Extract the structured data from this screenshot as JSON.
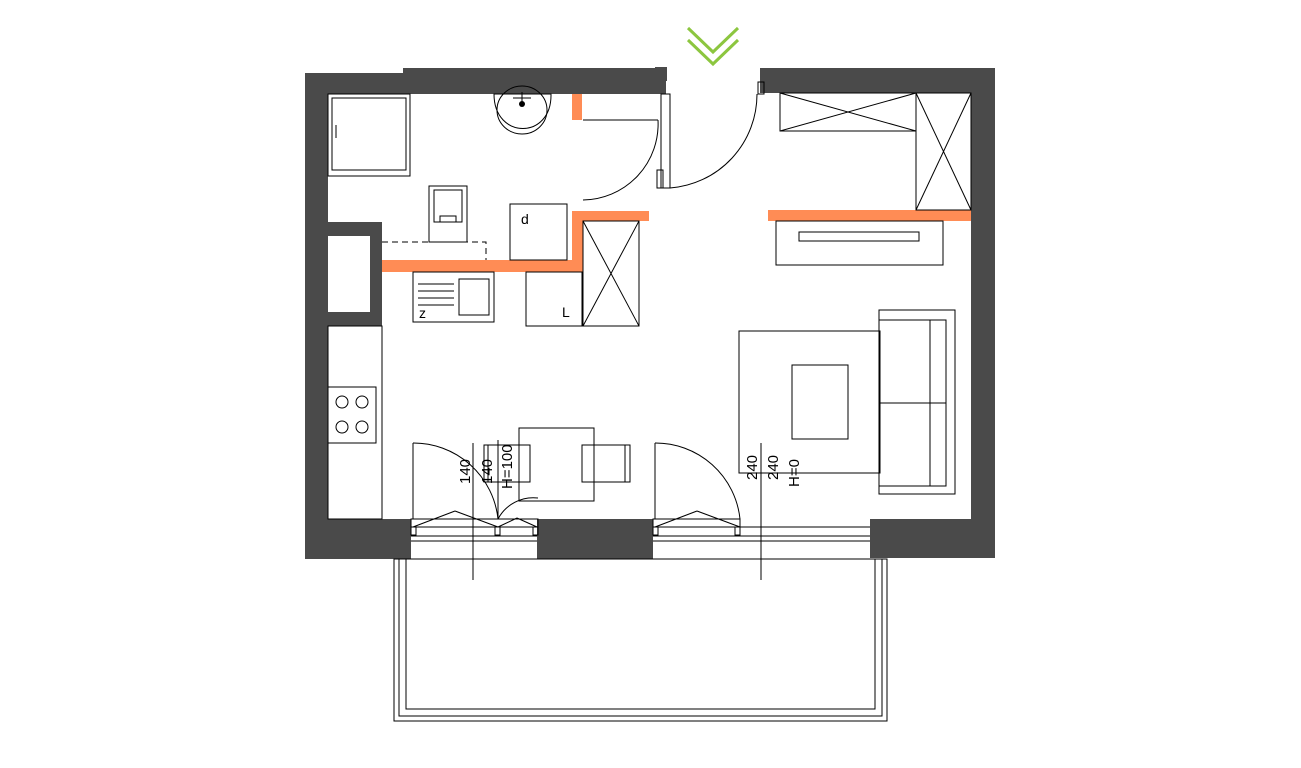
{
  "colors": {
    "wall": "#4a4a4a",
    "partition": "#ff8c55",
    "line": "#000000",
    "entrance_marker": "#8cc63f",
    "background": "#ffffff"
  },
  "icons": {
    "entrance_marker": "double-chevron-down",
    "sink": "washbasin",
    "hob": "four-burner-cooktop"
  },
  "appliance_labels": {
    "dryer": "d",
    "washer": "z",
    "fridge": "L"
  },
  "window_left": {
    "label1": "140",
    "label2": "140",
    "label3": "H=100"
  },
  "window_right": {
    "label1": "240",
    "label2": "240",
    "label3": "H=0"
  }
}
